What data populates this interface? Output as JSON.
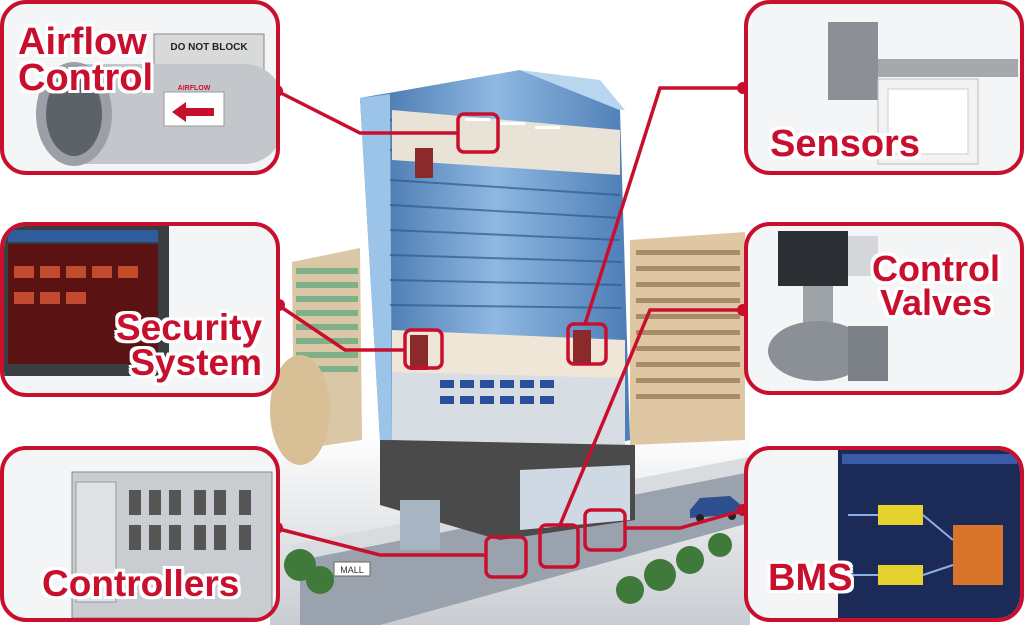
{
  "labels": {
    "airflow": [
      "Airflow",
      "Control"
    ],
    "sensors": "Sensors",
    "security": [
      "Security",
      "System"
    ],
    "valves": [
      "Control",
      "Valves"
    ],
    "controllers": "Controllers",
    "bms": "BMS"
  },
  "device_text": {
    "airflow_sign": "DO NOT BLOCK",
    "airflow_tag": "AIRFLOW",
    "street_sign": "MALL"
  },
  "colors": {
    "accent": "#c8102e",
    "glass": "#5b8fc7",
    "panel_bg": "#f4f5f6"
  }
}
